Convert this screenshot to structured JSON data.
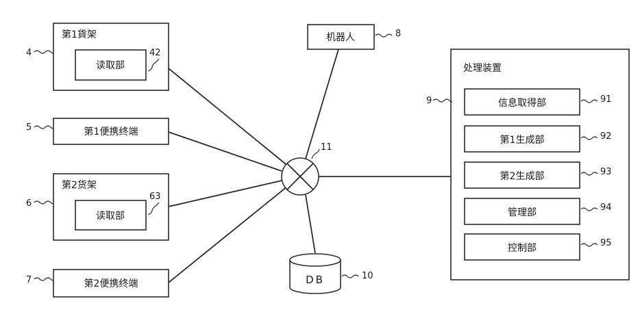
{
  "shelf1": {
    "title": "第1貨架",
    "reader": "读取部",
    "ref": "4",
    "reader_ref": "42"
  },
  "terminal1": {
    "label": "第1便携终端",
    "ref": "5"
  },
  "shelf2": {
    "title": "第2货架",
    "reader": "读取部",
    "ref": "6",
    "reader_ref": "63"
  },
  "terminal2": {
    "label": "第2便携终端",
    "ref": "7"
  },
  "robot": {
    "label": "机器人",
    "ref": "8"
  },
  "hub": {
    "ref": "11"
  },
  "db": {
    "label": "DB",
    "ref": "10"
  },
  "processor": {
    "title": "处理装置",
    "ref": "9",
    "units": [
      {
        "label": "信息取得部",
        "ref": "91"
      },
      {
        "label": "第1生成部",
        "ref": "92"
      },
      {
        "label": "第2生成部",
        "ref": "93"
      },
      {
        "label": "管理部",
        "ref": "94"
      },
      {
        "label": "控制部",
        "ref": "95"
      }
    ]
  }
}
